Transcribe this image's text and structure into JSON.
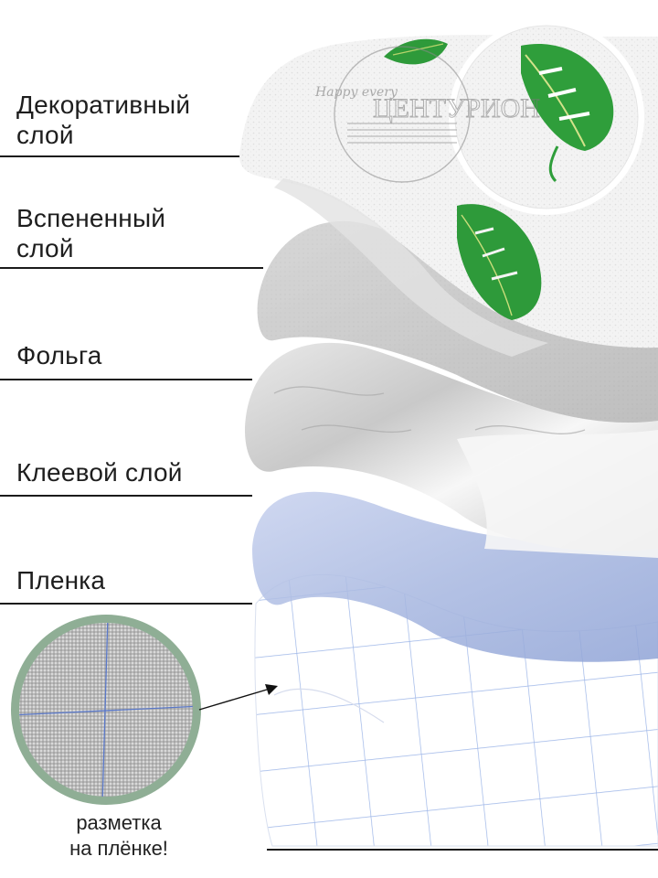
{
  "layers": [
    {
      "id": "decorative",
      "lines": [
        "Декоративный",
        "слой"
      ]
    },
    {
      "id": "foamed",
      "lines": [
        "Вспененный",
        "слой"
      ]
    },
    {
      "id": "foil",
      "lines": [
        "Фольга"
      ]
    },
    {
      "id": "adhesive",
      "lines": [
        "Клеевой слой"
      ]
    },
    {
      "id": "film",
      "lines": [
        "Пленка"
      ]
    }
  ],
  "watermark": {
    "brand": "ЦЕНТУРИОН",
    "tagline": "Happy every"
  },
  "callout": {
    "lines": [
      "разметка",
      "на плёнке!"
    ]
  },
  "colors": {
    "lens_ring": "#8fae95",
    "film_blue": "#9eb0dc",
    "grid_line": "#8aa8e0",
    "leaf_green": "#2e9a3a",
    "foam_gray": "#cfcfcf",
    "decor_white": "#f1f1f1"
  }
}
